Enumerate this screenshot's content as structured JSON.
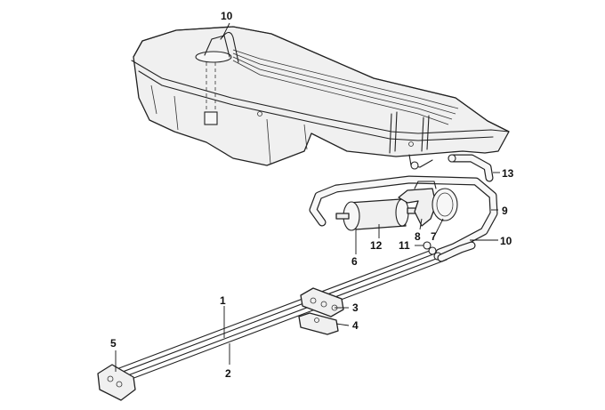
{
  "callouts": [
    {
      "id": "1",
      "text": "1"
    },
    {
      "id": "2",
      "text": "2"
    },
    {
      "id": "3",
      "text": "3"
    },
    {
      "id": "4",
      "text": "4"
    },
    {
      "id": "5",
      "text": "5"
    },
    {
      "id": "6",
      "text": "6"
    },
    {
      "id": "7",
      "text": "7"
    },
    {
      "id": "8",
      "text": "8"
    },
    {
      "id": "9",
      "text": "9"
    },
    {
      "id": "10a",
      "text": "10"
    },
    {
      "id": "10b",
      "text": "10"
    },
    {
      "id": "11",
      "text": "11"
    },
    {
      "id": "12",
      "text": "12"
    },
    {
      "id": "13",
      "text": "13"
    }
  ]
}
